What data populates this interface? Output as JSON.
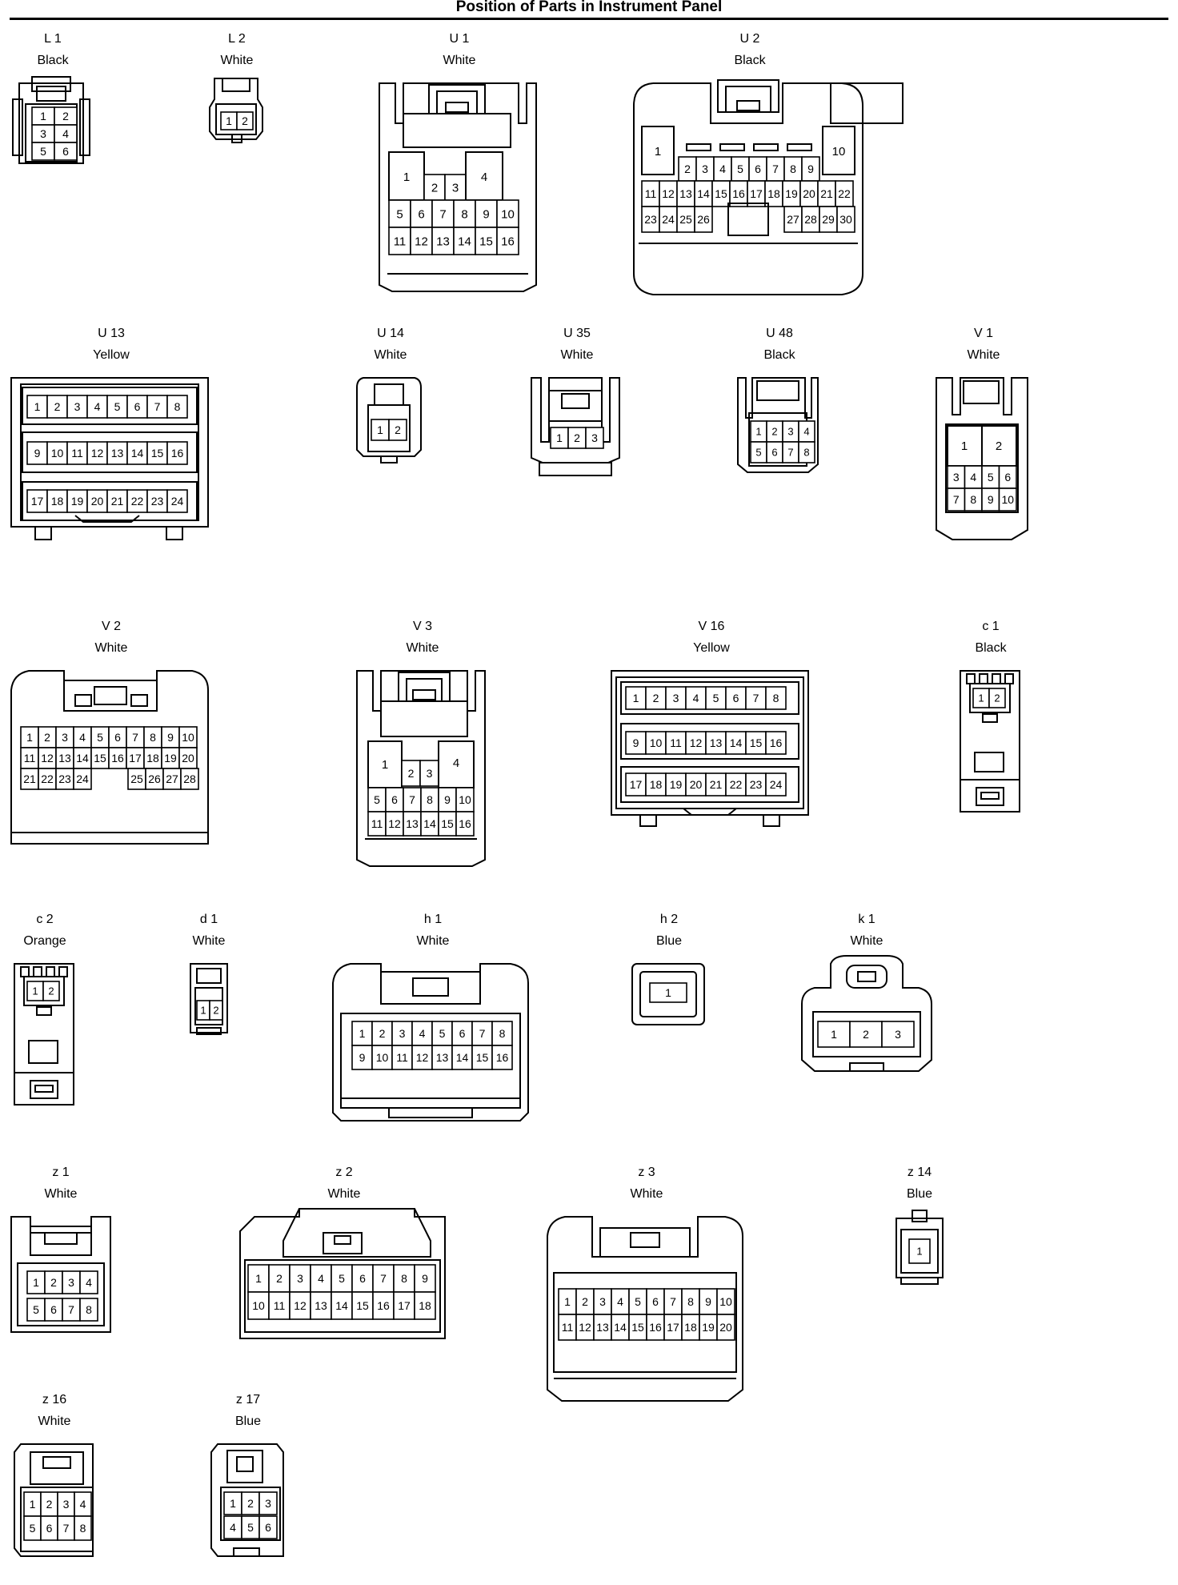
{
  "title": "Position of Parts in Instrument Panel",
  "connectors": [
    {
      "name": "L 1",
      "color": "Black",
      "pins": [
        {
          "n": "1"
        },
        {
          "n": "2"
        },
        {
          "n": "3"
        },
        {
          "n": "4"
        },
        {
          "n": "5"
        },
        {
          "n": "6"
        }
      ]
    },
    {
      "name": "L 2",
      "color": "White",
      "pins": [
        {
          "n": "1"
        },
        {
          "n": "2"
        }
      ]
    },
    {
      "name": "U 1",
      "color": "White",
      "pins": [
        {
          "n": "1"
        },
        {
          "n": "2"
        },
        {
          "n": "3"
        },
        {
          "n": "4"
        },
        {
          "n": "5"
        },
        {
          "n": "6"
        },
        {
          "n": "7"
        },
        {
          "n": "8"
        },
        {
          "n": "9"
        },
        {
          "n": "10"
        },
        {
          "n": "11"
        },
        {
          "n": "12"
        },
        {
          "n": "13"
        },
        {
          "n": "14"
        },
        {
          "n": "15"
        },
        {
          "n": "16"
        }
      ]
    },
    {
      "name": "U 2",
      "color": "Black",
      "pins": [
        {
          "n": "1"
        },
        {
          "n": "2"
        },
        {
          "n": "3"
        },
        {
          "n": "4"
        },
        {
          "n": "5"
        },
        {
          "n": "6"
        },
        {
          "n": "7"
        },
        {
          "n": "8"
        },
        {
          "n": "9"
        },
        {
          "n": "10"
        },
        {
          "n": "11"
        },
        {
          "n": "12"
        },
        {
          "n": "13"
        },
        {
          "n": "14"
        },
        {
          "n": "15"
        },
        {
          "n": "16"
        },
        {
          "n": "17"
        },
        {
          "n": "18"
        },
        {
          "n": "19"
        },
        {
          "n": "20"
        },
        {
          "n": "21"
        },
        {
          "n": "22"
        },
        {
          "n": "23"
        },
        {
          "n": "24"
        },
        {
          "n": "25"
        },
        {
          "n": "26"
        },
        {
          "n": "27"
        },
        {
          "n": "28"
        },
        {
          "n": "29"
        },
        {
          "n": "30"
        }
      ]
    },
    {
      "name": "U 13",
      "color": "Yellow",
      "pins": [
        {
          "n": "1"
        },
        {
          "n": "2"
        },
        {
          "n": "3"
        },
        {
          "n": "4"
        },
        {
          "n": "5"
        },
        {
          "n": "6"
        },
        {
          "n": "7"
        },
        {
          "n": "8"
        },
        {
          "n": "9"
        },
        {
          "n": "10"
        },
        {
          "n": "11"
        },
        {
          "n": "12"
        },
        {
          "n": "13"
        },
        {
          "n": "14"
        },
        {
          "n": "15"
        },
        {
          "n": "16"
        },
        {
          "n": "17"
        },
        {
          "n": "18"
        },
        {
          "n": "19"
        },
        {
          "n": "20"
        },
        {
          "n": "21"
        },
        {
          "n": "22"
        },
        {
          "n": "23"
        },
        {
          "n": "24"
        }
      ]
    },
    {
      "name": "U 14",
      "color": "White",
      "pins": [
        {
          "n": "1"
        },
        {
          "n": "2"
        }
      ]
    },
    {
      "name": "U 35",
      "color": "White",
      "pins": [
        {
          "n": "1"
        },
        {
          "n": "2"
        },
        {
          "n": "3"
        }
      ]
    },
    {
      "name": "U 48",
      "color": "Black",
      "pins": [
        {
          "n": "1"
        },
        {
          "n": "2"
        },
        {
          "n": "3"
        },
        {
          "n": "4"
        },
        {
          "n": "5"
        },
        {
          "n": "6"
        },
        {
          "n": "7"
        },
        {
          "n": "8"
        }
      ]
    },
    {
      "name": "V 1",
      "color": "White",
      "pins": [
        {
          "n": "1"
        },
        {
          "n": "2"
        },
        {
          "n": "3"
        },
        {
          "n": "4"
        },
        {
          "n": "5"
        },
        {
          "n": "6"
        },
        {
          "n": "7"
        },
        {
          "n": "8"
        },
        {
          "n": "9"
        },
        {
          "n": "10"
        }
      ]
    },
    {
      "name": "V 2",
      "color": "White",
      "pins": [
        {
          "n": "1"
        },
        {
          "n": "2"
        },
        {
          "n": "3"
        },
        {
          "n": "4"
        },
        {
          "n": "5"
        },
        {
          "n": "6"
        },
        {
          "n": "7"
        },
        {
          "n": "8"
        },
        {
          "n": "9"
        },
        {
          "n": "10"
        },
        {
          "n": "11"
        },
        {
          "n": "12"
        },
        {
          "n": "13"
        },
        {
          "n": "14"
        },
        {
          "n": "15"
        },
        {
          "n": "16"
        },
        {
          "n": "17"
        },
        {
          "n": "18"
        },
        {
          "n": "19"
        },
        {
          "n": "20"
        },
        {
          "n": "21"
        },
        {
          "n": "22"
        },
        {
          "n": "23"
        },
        {
          "n": "24"
        },
        {
          "n": "25"
        },
        {
          "n": "26"
        },
        {
          "n": "27"
        },
        {
          "n": "28"
        }
      ]
    },
    {
      "name": "V 3",
      "color": "White",
      "pins": [
        {
          "n": "1"
        },
        {
          "n": "2"
        },
        {
          "n": "3"
        },
        {
          "n": "4"
        },
        {
          "n": "5"
        },
        {
          "n": "6"
        },
        {
          "n": "7"
        },
        {
          "n": "8"
        },
        {
          "n": "9"
        },
        {
          "n": "10"
        },
        {
          "n": "11"
        },
        {
          "n": "12"
        },
        {
          "n": "13"
        },
        {
          "n": "14"
        },
        {
          "n": "15"
        },
        {
          "n": "16"
        }
      ]
    },
    {
      "name": "V 16",
      "color": "Yellow",
      "pins": [
        {
          "n": "1"
        },
        {
          "n": "2"
        },
        {
          "n": "3"
        },
        {
          "n": "4"
        },
        {
          "n": "5"
        },
        {
          "n": "6"
        },
        {
          "n": "7"
        },
        {
          "n": "8"
        },
        {
          "n": "9"
        },
        {
          "n": "10"
        },
        {
          "n": "11"
        },
        {
          "n": "12"
        },
        {
          "n": "13"
        },
        {
          "n": "14"
        },
        {
          "n": "15"
        },
        {
          "n": "16"
        },
        {
          "n": "17"
        },
        {
          "n": "18"
        },
        {
          "n": "19"
        },
        {
          "n": "20"
        },
        {
          "n": "21"
        },
        {
          "n": "22"
        },
        {
          "n": "23"
        },
        {
          "n": "24"
        }
      ]
    },
    {
      "name": "c 1",
      "color": "Black",
      "pins": [
        {
          "n": "1"
        },
        {
          "n": "2"
        }
      ]
    },
    {
      "name": "c 2",
      "color": "Orange",
      "pins": [
        {
          "n": "1"
        },
        {
          "n": "2"
        }
      ]
    },
    {
      "name": "d 1",
      "color": "White",
      "pins": [
        {
          "n": "1"
        },
        {
          "n": "2"
        }
      ]
    },
    {
      "name": "h 1",
      "color": "White",
      "pins": [
        {
          "n": "1"
        },
        {
          "n": "2"
        },
        {
          "n": "3"
        },
        {
          "n": "4"
        },
        {
          "n": "5"
        },
        {
          "n": "6"
        },
        {
          "n": "7"
        },
        {
          "n": "8"
        },
        {
          "n": "9"
        },
        {
          "n": "10"
        },
        {
          "n": "11"
        },
        {
          "n": "12"
        },
        {
          "n": "13"
        },
        {
          "n": "14"
        },
        {
          "n": "15"
        },
        {
          "n": "16"
        }
      ]
    },
    {
      "name": "h 2",
      "color": "Blue",
      "pins": [
        {
          "n": "1"
        }
      ]
    },
    {
      "name": "k 1",
      "color": "White",
      "pins": [
        {
          "n": "1"
        },
        {
          "n": "2"
        },
        {
          "n": "3"
        }
      ]
    },
    {
      "name": "z 1",
      "color": "White",
      "pins": [
        {
          "n": "1"
        },
        {
          "n": "2"
        },
        {
          "n": "3"
        },
        {
          "n": "4"
        },
        {
          "n": "5"
        },
        {
          "n": "6"
        },
        {
          "n": "7"
        },
        {
          "n": "8"
        }
      ]
    },
    {
      "name": "z 2",
      "color": "White",
      "pins": [
        {
          "n": "1"
        },
        {
          "n": "2"
        },
        {
          "n": "3"
        },
        {
          "n": "4"
        },
        {
          "n": "5"
        },
        {
          "n": "6"
        },
        {
          "n": "7"
        },
        {
          "n": "8"
        },
        {
          "n": "9"
        },
        {
          "n": "10"
        },
        {
          "n": "11"
        },
        {
          "n": "12"
        },
        {
          "n": "13"
        },
        {
          "n": "14"
        },
        {
          "n": "15"
        },
        {
          "n": "16"
        },
        {
          "n": "17"
        },
        {
          "n": "18"
        }
      ]
    },
    {
      "name": "z 3",
      "color": "White",
      "pins": [
        {
          "n": "1"
        },
        {
          "n": "2"
        },
        {
          "n": "3"
        },
        {
          "n": "4"
        },
        {
          "n": "5"
        },
        {
          "n": "6"
        },
        {
          "n": "7"
        },
        {
          "n": "8"
        },
        {
          "n": "9"
        },
        {
          "n": "10"
        },
        {
          "n": "11"
        },
        {
          "n": "12"
        },
        {
          "n": "13"
        },
        {
          "n": "14"
        },
        {
          "n": "15"
        },
        {
          "n": "16"
        },
        {
          "n": "17"
        },
        {
          "n": "18"
        },
        {
          "n": "19"
        },
        {
          "n": "20"
        }
      ]
    },
    {
      "name": "z 14",
      "color": "Blue",
      "pins": [
        {
          "n": "1"
        }
      ]
    },
    {
      "name": "z 16",
      "color": "White",
      "pins": [
        {
          "n": "1"
        },
        {
          "n": "2"
        },
        {
          "n": "3"
        },
        {
          "n": "4"
        },
        {
          "n": "5"
        },
        {
          "n": "6"
        },
        {
          "n": "7"
        },
        {
          "n": "8"
        }
      ]
    },
    {
      "name": "z 17",
      "color": "Blue",
      "pins": [
        {
          "n": "1"
        },
        {
          "n": "2"
        },
        {
          "n": "3"
        },
        {
          "n": "4"
        },
        {
          "n": "5"
        },
        {
          "n": "6"
        }
      ]
    }
  ]
}
